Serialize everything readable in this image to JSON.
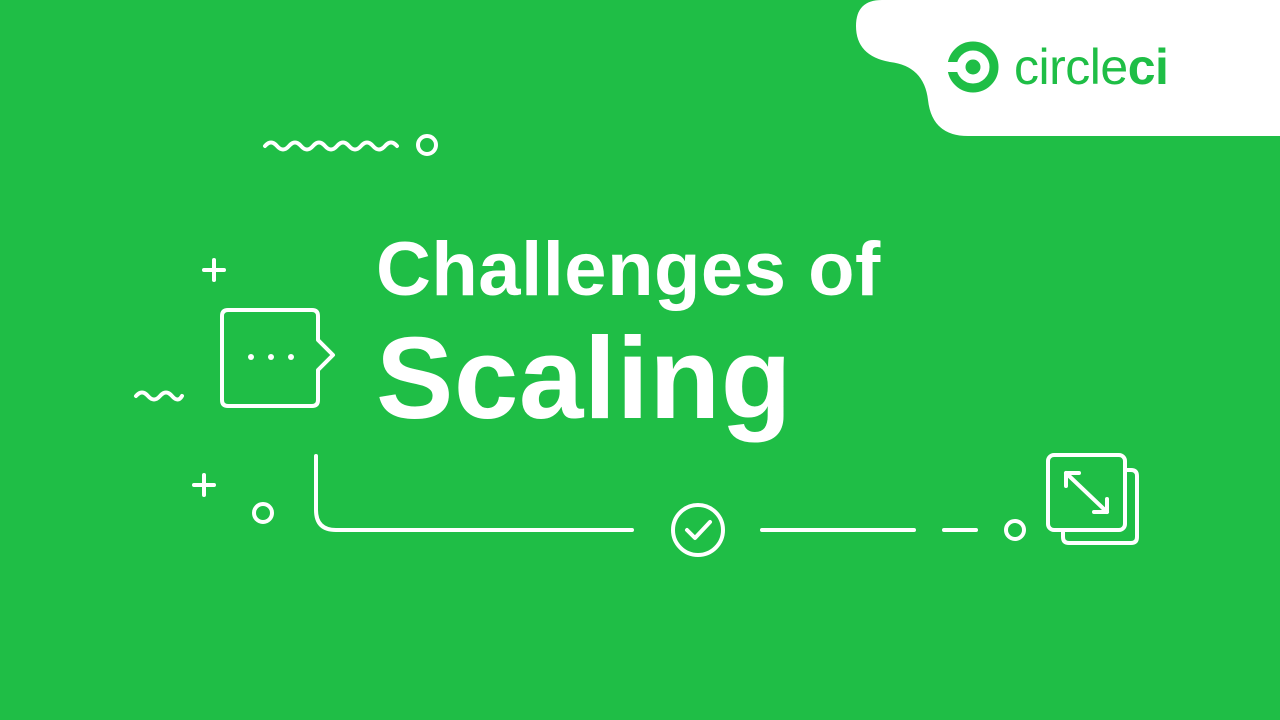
{
  "brand": {
    "name_part1": "circle",
    "name_part2": "ci",
    "accent_color": "#1fbe46",
    "logo_icon": "circleci-logo-icon"
  },
  "headline": {
    "line1": "Challenges of",
    "line2": "Scaling"
  },
  "colors": {
    "background": "#1fbe46",
    "foreground": "#ffffff"
  },
  "icons": [
    "wave-icon",
    "circle-icon",
    "plus-icon",
    "chat-bubble-icon",
    "check-circle-icon",
    "resize-icon"
  ]
}
